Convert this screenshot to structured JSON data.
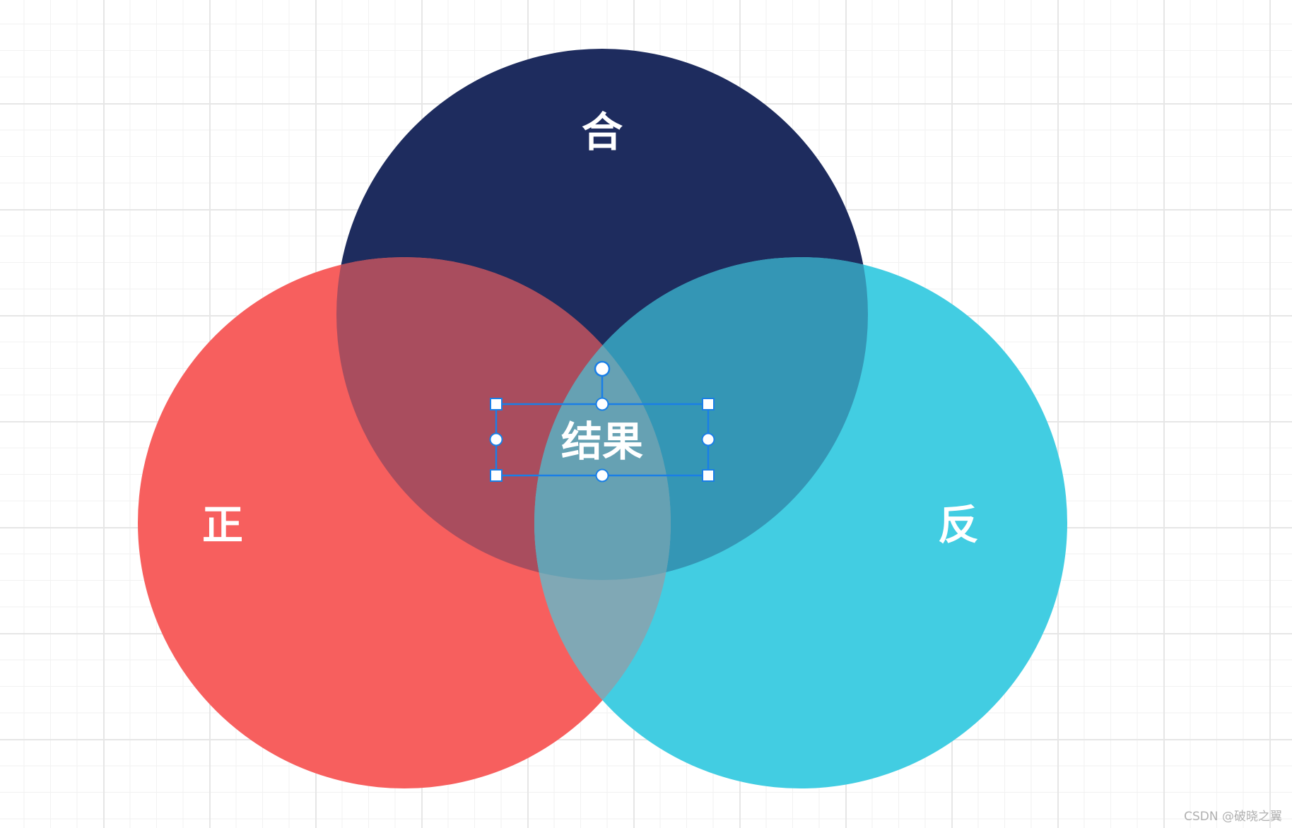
{
  "labels": {
    "top": "合",
    "left": "正",
    "right": "反",
    "center": "结果"
  },
  "colors": {
    "top": "#1e2c5e",
    "left": "#f75f5e",
    "right": "#42cde2",
    "top_left": "#a94d5e",
    "top_right": "#3496b5",
    "left_right": "#80a8b5",
    "all": "#66a1b3",
    "selection": "#1a7fe6"
  },
  "watermark": "CSDN @破晓之翼"
}
